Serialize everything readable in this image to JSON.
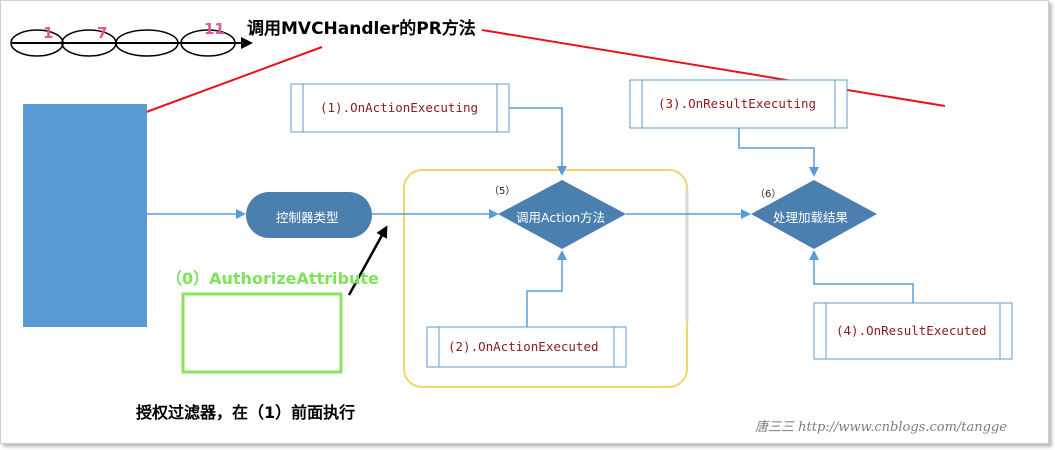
{
  "title": "调用MVCHandler的PR方法",
  "pipeline_numbers": [
    "1",
    "7",
    "11"
  ],
  "filters": {
    "action_executing": "(1).OnActionExecuting",
    "action_executed": "(2).OnActionExecuted",
    "result_executing": "(3).OnResultExecuting",
    "result_executed": "(4).OnResultExecuted"
  },
  "steps": {
    "controller_type": "控制器类型",
    "call_action": "调用Action方法",
    "process_result": "处理加载结果",
    "step5": "（5）",
    "step6": "（6）"
  },
  "authorize": {
    "label": "（0）AuthorizeAttribute",
    "note": "授权过滤器，在（1）前面执行"
  },
  "watermark": "唐三三 http://www.cnblogs.com/tangge",
  "colors": {
    "blue_block": "#5b9bd5",
    "shape_fill": "#4a7fb0",
    "connector": "#5b9bd5",
    "red_line": "#e8121b",
    "green_box": "#8ae35a",
    "yellow_frame": "#f3d36a"
  }
}
